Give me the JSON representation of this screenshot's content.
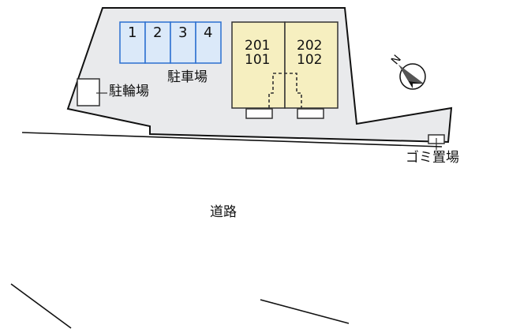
{
  "parking": {
    "label": "駐車場",
    "spaces": [
      "1",
      "2",
      "3",
      "4"
    ]
  },
  "bicycle_parking": {
    "label": "駐輪場"
  },
  "building": {
    "units": [
      {
        "upper": "201",
        "lower": "101"
      },
      {
        "upper": "202",
        "lower": "102"
      }
    ]
  },
  "garbage": {
    "label": "ゴミ置場"
  },
  "road": {
    "label": "道路"
  },
  "compass": {
    "north_label": "N"
  },
  "colors": {
    "lot": "#e9eaec",
    "parking_fill": "#dbe9f9",
    "parking_stroke": "#2b6fd0",
    "building_fill": "#f6efc0",
    "building_stroke": "#333333"
  }
}
